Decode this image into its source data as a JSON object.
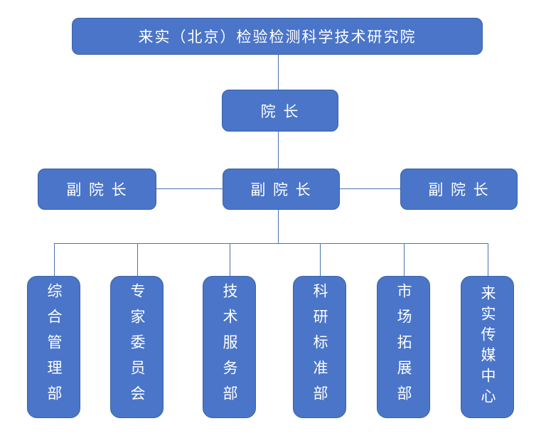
{
  "diagram": {
    "type": "org-chart",
    "colors": {
      "box_fill": "#4a75c8",
      "box_border": "#3a62a6",
      "connector": "#4a72ad",
      "text": "#ffffff",
      "background": "#ffffff"
    },
    "nodes": {
      "root": {
        "label": "来实（北京）检验检测科学技术研究院"
      },
      "president": {
        "label": "院 长"
      },
      "vp_left": {
        "label": "副 院 长"
      },
      "vp_center": {
        "label": "副 院 长"
      },
      "vp_right": {
        "label": "副 院 长"
      },
      "departments": [
        {
          "label": "综合管理部"
        },
        {
          "label": "专家委员会"
        },
        {
          "label": "技术服务部"
        },
        {
          "label": "科研标准部"
        },
        {
          "label": "市场拓展部"
        },
        {
          "label": "来实传媒中心"
        }
      ]
    }
  }
}
